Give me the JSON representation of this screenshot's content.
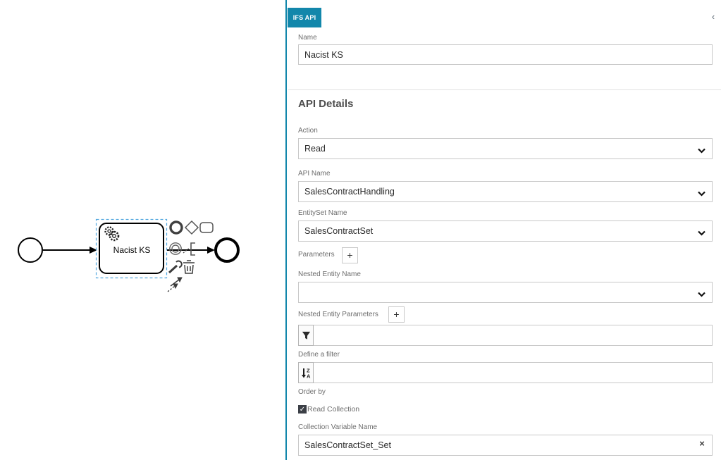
{
  "diagram": {
    "task": {
      "label": "Nacist KS",
      "type": "service-task"
    },
    "start_event": "start-event",
    "end_event": "end-event",
    "context_pad": {
      "append_end_event": "thick-circle",
      "append_gateway": "diamond",
      "append_task": "rounded-rect",
      "append_intermediate_event": "double-circle",
      "append_text_annotation": "bracket",
      "change_type": "wrench",
      "delete": "trash",
      "connect": "dashed-arrow"
    }
  },
  "panel": {
    "tab_label": "IFS API",
    "collapse_glyph": "‹",
    "name_field": {
      "label": "Name",
      "value": "Nacist KS"
    },
    "section_title": "API Details",
    "action": {
      "label": "Action",
      "value": "Read"
    },
    "api_name": {
      "label": "API Name",
      "value": "SalesContractHandling"
    },
    "entityset_name": {
      "label": "EntitySet Name",
      "value": "SalesContractSet"
    },
    "parameters": {
      "label": "Parameters",
      "add_button": "+"
    },
    "nested_entity_name": {
      "label": "Nested Entity Name",
      "value": ""
    },
    "nested_entity_parameters": {
      "label": "Nested Entity Parameters",
      "add_button": "+"
    },
    "filter": {
      "label": "Define a filter",
      "value": ""
    },
    "order_by": {
      "label": "Order by",
      "value": ""
    },
    "read_collection": {
      "label": "Read Collection",
      "checked": true,
      "check_glyph": "✓"
    },
    "collection_variable_name": {
      "label": "Collection Variable Name",
      "value": "SalesContractSet_Set",
      "clear_button": "×"
    }
  },
  "colors": {
    "accent": "#1287ab",
    "selection": "#52a7df",
    "icon": "#404040"
  }
}
